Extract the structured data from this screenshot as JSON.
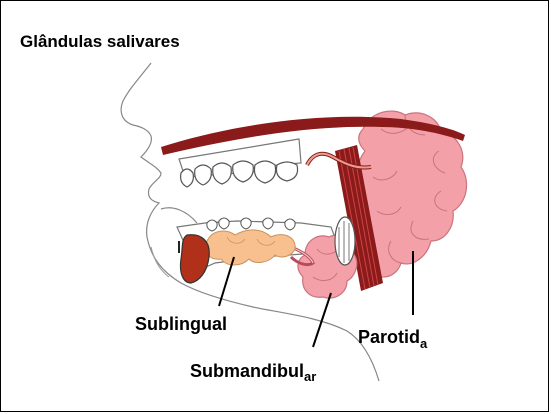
{
  "title": "Glândulas salivares",
  "labels": {
    "sublingual": "Sublingual",
    "submandibular_main": "Submandibul",
    "submandibular_tail": "ar",
    "parotida_main": "Parotid",
    "parotida_tail": "a"
  },
  "colors": {
    "gland_pink": "#f4a0a8",
    "gland_outline": "#c9747c",
    "muscle_red": "#8b1a1a",
    "sublingual_tan": "#f7c08e",
    "outline": "#555555"
  }
}
